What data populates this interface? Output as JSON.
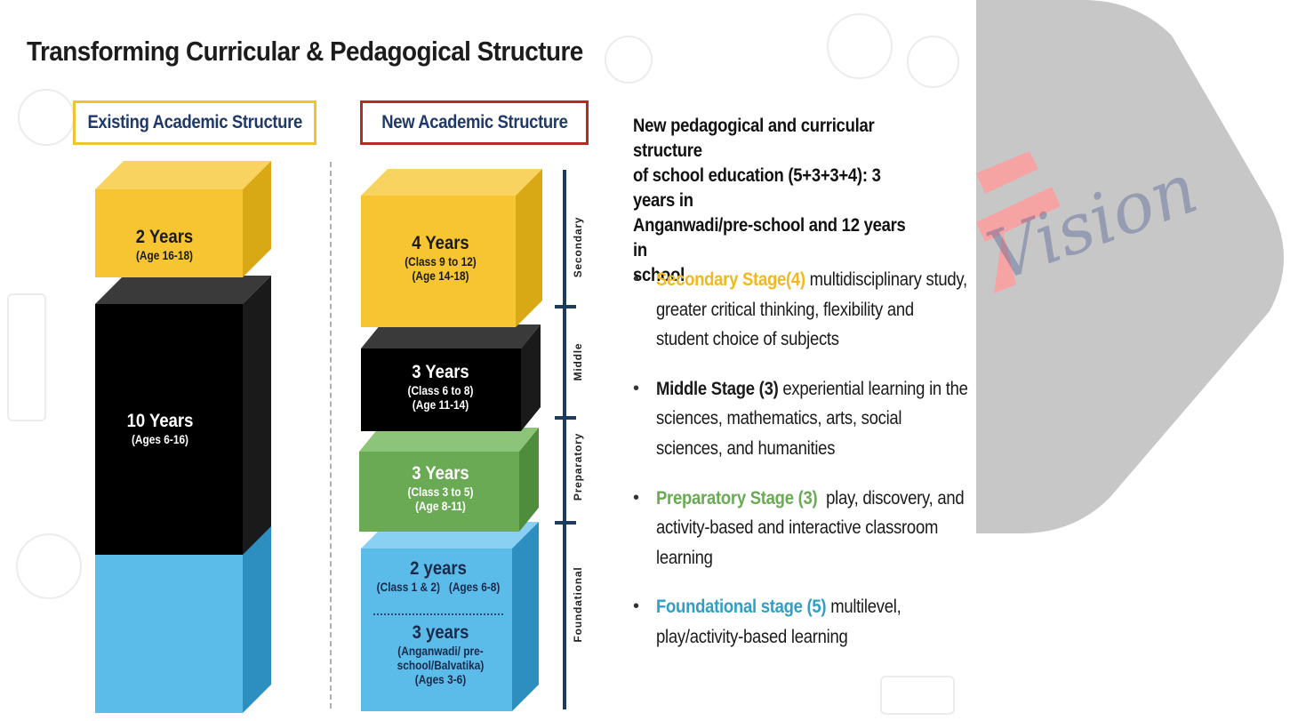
{
  "title": "Transforming Curricular & Pedagogical Structure",
  "existing": {
    "header": "Existing Academic Structure",
    "blocks": [
      {
        "years": "2 Years",
        "detail": [
          "(Age 16-18)"
        ],
        "color": "#f6c531"
      },
      {
        "years": "10 Years",
        "detail": [
          "(Ages 6-16)"
        ],
        "color": "#000000"
      },
      {
        "years": "",
        "detail": [],
        "color": "#5bbcea"
      }
    ]
  },
  "new": {
    "header": "New Academic Structure",
    "blocks": [
      {
        "years": "4 Years",
        "detail": [
          "(Class 9 to 12)",
          "(Age 14-18)"
        ],
        "color": "#f6c531"
      },
      {
        "years": "3 Years",
        "detail": [
          "(Class 6 to 8)",
          "(Age 11-14)"
        ],
        "color": "#000000"
      },
      {
        "years": "3 Years",
        "detail": [
          "(Class 3 to 5)",
          "(Age 8-11)"
        ],
        "color": "#6aaa54"
      },
      {
        "years": "2 years",
        "detail": [
          "(Class 1 & 2)   (Ages 6-8)"
        ],
        "color": "#5bbcea"
      },
      {
        "years": "3 years",
        "detail": [
          "(Anganwadi/ pre-",
          "school/Balvatika)",
          "(Ages 3-6)"
        ],
        "color": "#5bbcea"
      }
    ],
    "stages": [
      "Secondary",
      "Middle",
      "Preparatory",
      "Foundational"
    ]
  },
  "description": {
    "lines": [
      "New pedagogical and curricular structure",
      "of school education (5+3+3+4): 3 years in",
      "Anganwadi/pre-school and 12 years in",
      "school"
    ]
  },
  "bullets": [
    {
      "stage": "Secondary Stage(4)",
      "text": " multidisciplinary study, greater critical thinking, flexibility and student choice of subjects",
      "color": "#f1b81f"
    },
    {
      "stage": "Middle Stage (3)",
      "text": " experiential learning in the sciences, mathematics, arts, social sciences, and humanities",
      "color": "#1a1a1a"
    },
    {
      "stage": "Preparatory Stage (3)",
      "text": "  play, discovery, and activity-based and interactive classroom learning",
      "color": "#6aaa54"
    },
    {
      "stage": "Foundational stage (5)",
      "text": " multilevel, play/activity-based learning",
      "color": "#2e9fc7"
    }
  ],
  "watermark": {
    "text": "Vision",
    "shape_color": "#c7c7c7",
    "logo_color": "#f08b8b"
  }
}
